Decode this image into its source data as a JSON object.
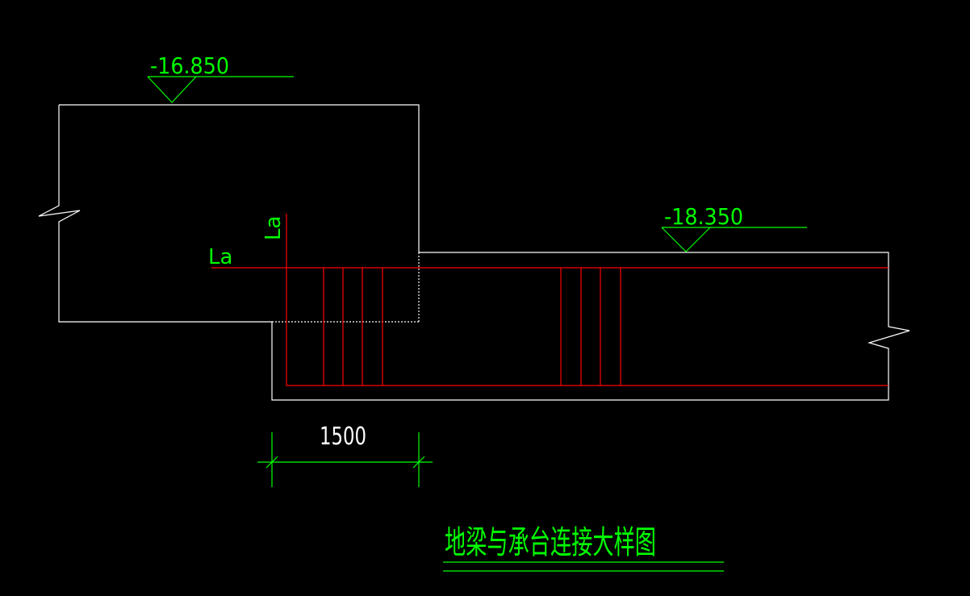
{
  "elevations": {
    "upper": "-16.850",
    "lower": "-18.350"
  },
  "labels": {
    "anchor_horizontal": "La",
    "anchor_vertical": "La"
  },
  "dimension": {
    "value": "1500"
  },
  "title": "地梁与承台连接大样图",
  "colors": {
    "background": "#000000",
    "outline": "#ffffff",
    "rebar": "#ff0000",
    "annotation": "#00ff00"
  }
}
